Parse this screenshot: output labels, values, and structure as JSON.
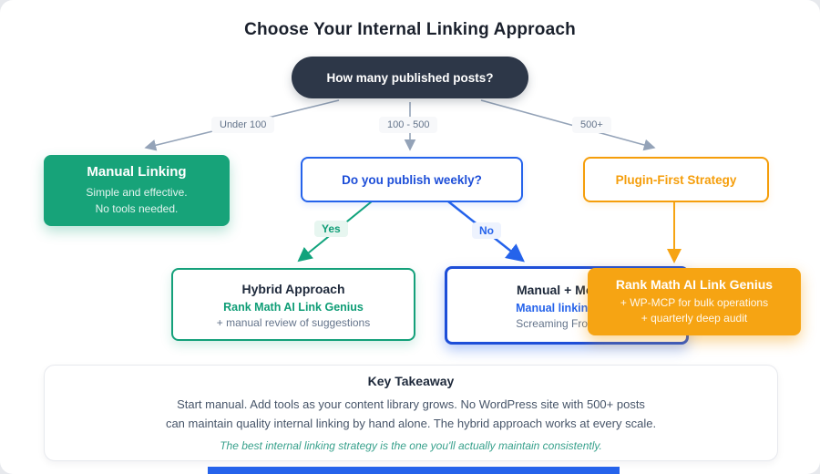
{
  "title": "Choose Your Internal Linking Approach",
  "root": {
    "question": "How many published posts?"
  },
  "branch_labels": {
    "left": "Under 100",
    "middle": "100 - 500",
    "right": "500+"
  },
  "decision_labels": {
    "yes": "Yes",
    "no": "No"
  },
  "nodes": {
    "manual_linking": {
      "title": "Manual Linking",
      "line1": "Simple and effective.",
      "line2": "No tools needed."
    },
    "publish_weekly": {
      "question": "Do you publish weekly?"
    },
    "plugin_first": {
      "title": "Plugin-First Strategy"
    },
    "hybrid": {
      "title": "Hybrid Approach",
      "tool": "Rank Math AI Link Genius",
      "detail": "+ manual review of suggestions"
    },
    "manual_monthly": {
      "title": "Manual + Monthl",
      "tool": "Manual linking day",
      "detail": "Screaming Frog audi"
    },
    "rank_math": {
      "title": "Rank Math AI Link Genius",
      "line1": "+ WP-MCP for bulk operations",
      "line2": "+ quarterly deep audit"
    }
  },
  "takeaway": {
    "title": "Key Takeaway",
    "line1": "Start manual. Add tools as your content library grows. No WordPress site with 500+ posts",
    "line2": "can maintain quality internal linking by hand alone. The hybrid approach works at every scale.",
    "note": "The best internal linking strategy is the one you'll actually maintain consistently."
  },
  "colors": {
    "dark_node": "#2d3748",
    "green": "#17a379",
    "blue": "#2563eb",
    "orange": "#f59e0b",
    "arrow_gray": "#94a3b8"
  }
}
